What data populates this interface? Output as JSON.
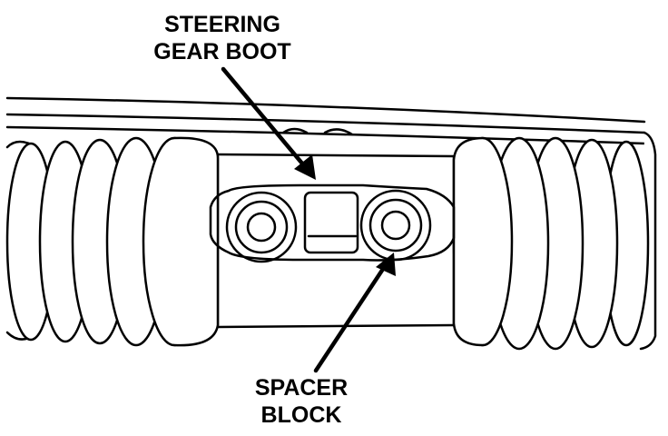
{
  "labels": {
    "steering_gear_boot": [
      "STEERING",
      "GEAR BOOT"
    ],
    "spacer_block": [
      "SPACER",
      "BLOCK"
    ]
  },
  "colors": {
    "ink": "#000000",
    "paper": "#ffffff"
  }
}
